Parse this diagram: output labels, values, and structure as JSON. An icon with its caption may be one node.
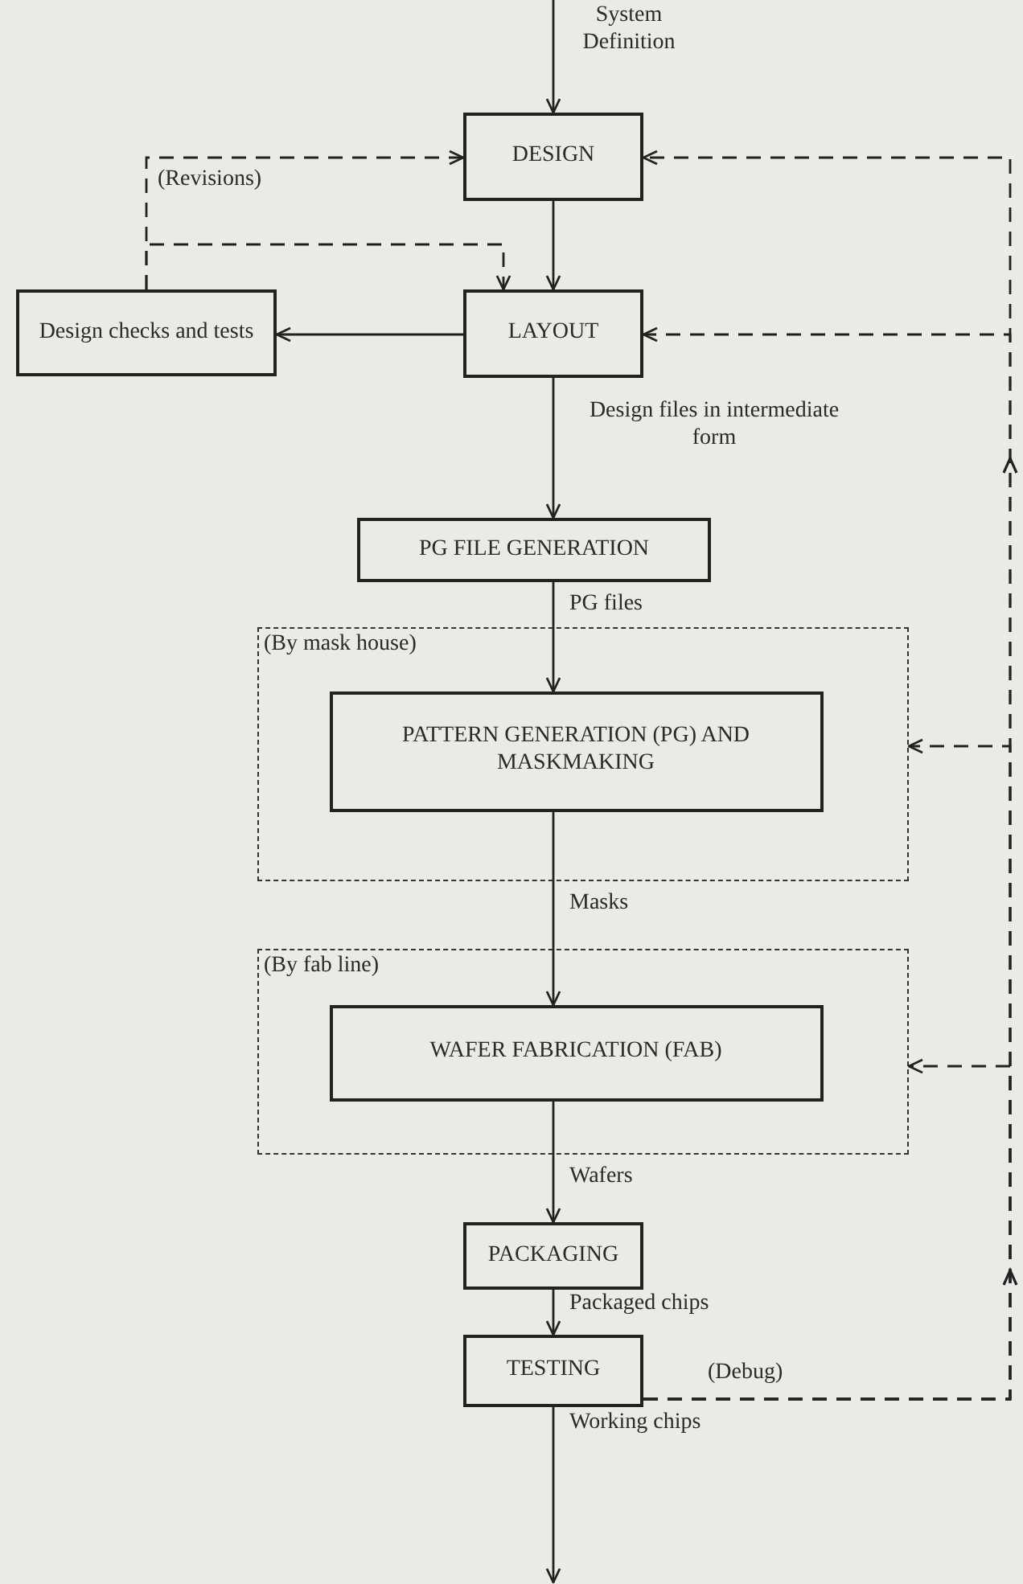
{
  "diagram": {
    "nodes": [
      {
        "text": [
          "System Definition"
        ]
      },
      {
        "text": [
          "DESIGN"
        ]
      },
      {
        "text": [
          "LAYOUT"
        ]
      },
      {
        "text": [
          "Design checks and tests"
        ]
      },
      {
        "text": [
          "PG FILE GENERATION"
        ]
      },
      {
        "text": [
          "(By mask house)"
        ]
      },
      {
        "text": [
          "PATTERN GENERATION (PG) AND MASKMAKING"
        ],
        "in": 5
      },
      {
        "text": [
          "(By fab line)"
        ]
      },
      {
        "text": [
          "WAFER FABRICATION (FAB)"
        ],
        "in": 7
      },
      {
        "text": [
          "PACKAGING"
        ]
      },
      {
        "text": [
          "TESTING"
        ]
      }
    ],
    "edges": [
      {
        "from": 0,
        "to": 1,
        "arrow": "to"
      },
      {
        "from": 1,
        "to": 2,
        "arrow": "to"
      },
      {
        "from": 2,
        "to": 3,
        "arrow": "to"
      },
      {
        "from": 3,
        "to": 1,
        "arrow": "to",
        "style": "dashed",
        "label": "(Revisions)"
      },
      {
        "from": 3,
        "to": 2,
        "arrow": "to",
        "style": "dashed"
      },
      {
        "from": 2,
        "to": 4,
        "arrow": "to",
        "label": "Design files in intermediate form"
      },
      {
        "from": 4,
        "to": 6,
        "arrow": "to",
        "label": "PG files"
      },
      {
        "from": 6,
        "to": 8,
        "arrow": "to",
        "label": "Masks"
      },
      {
        "from": 8,
        "to": 9,
        "arrow": "to",
        "label": "Wafers"
      },
      {
        "from": 9,
        "to": 10,
        "arrow": "to",
        "label": "Packaged chips"
      },
      {
        "from": 10,
        "to": null,
        "arrow": "to",
        "label": "Working chips"
      },
      {
        "from": 10,
        "to": 1,
        "arrow": "to",
        "style": "dashed",
        "label": "(Debug)"
      },
      {
        "from": 10,
        "to": 2,
        "arrow": "to",
        "style": "dashed"
      },
      {
        "from": 10,
        "to": 5,
        "arrow": "to",
        "style": "dashed"
      },
      {
        "from": 10,
        "to": 7,
        "arrow": "to",
        "style": "dashed"
      }
    ]
  }
}
